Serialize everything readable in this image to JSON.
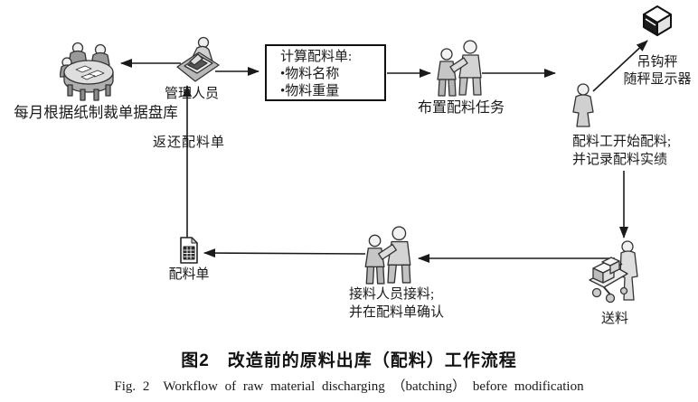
{
  "figure": {
    "nodes": {
      "inventory": {
        "label": "每月根据纸制裁单据盘库"
      },
      "manager": {
        "label": "管理人员"
      },
      "calc_box": {
        "title": "计算配料单:",
        "item1": "•物料名称",
        "item2": "•物料重量"
      },
      "assign_task": {
        "label": "布置配料任务"
      },
      "hook_scale": {
        "label1": "吊钩秤",
        "label2": "随秤显示器"
      },
      "batching_worker": {
        "label1": "配料工开始配料;",
        "label2": "并记录配料实绩"
      },
      "delivery": {
        "label": "送料"
      },
      "receiver": {
        "label1": "接料人员接料;",
        "label2": "并在配料单确认"
      },
      "batching_sheet": {
        "label": "配料单"
      }
    },
    "flows": {
      "return_sheet_label": "返还配料单"
    },
    "caption": {
      "zh": "图2　改造前的原料出库（配料）工作流程",
      "en": "Fig. 2　Workflow of raw material discharging （batching） before modification"
    },
    "colors": {
      "line": "#1a1a1a",
      "text": "#1a1a1a",
      "background": "#ffffff"
    }
  }
}
